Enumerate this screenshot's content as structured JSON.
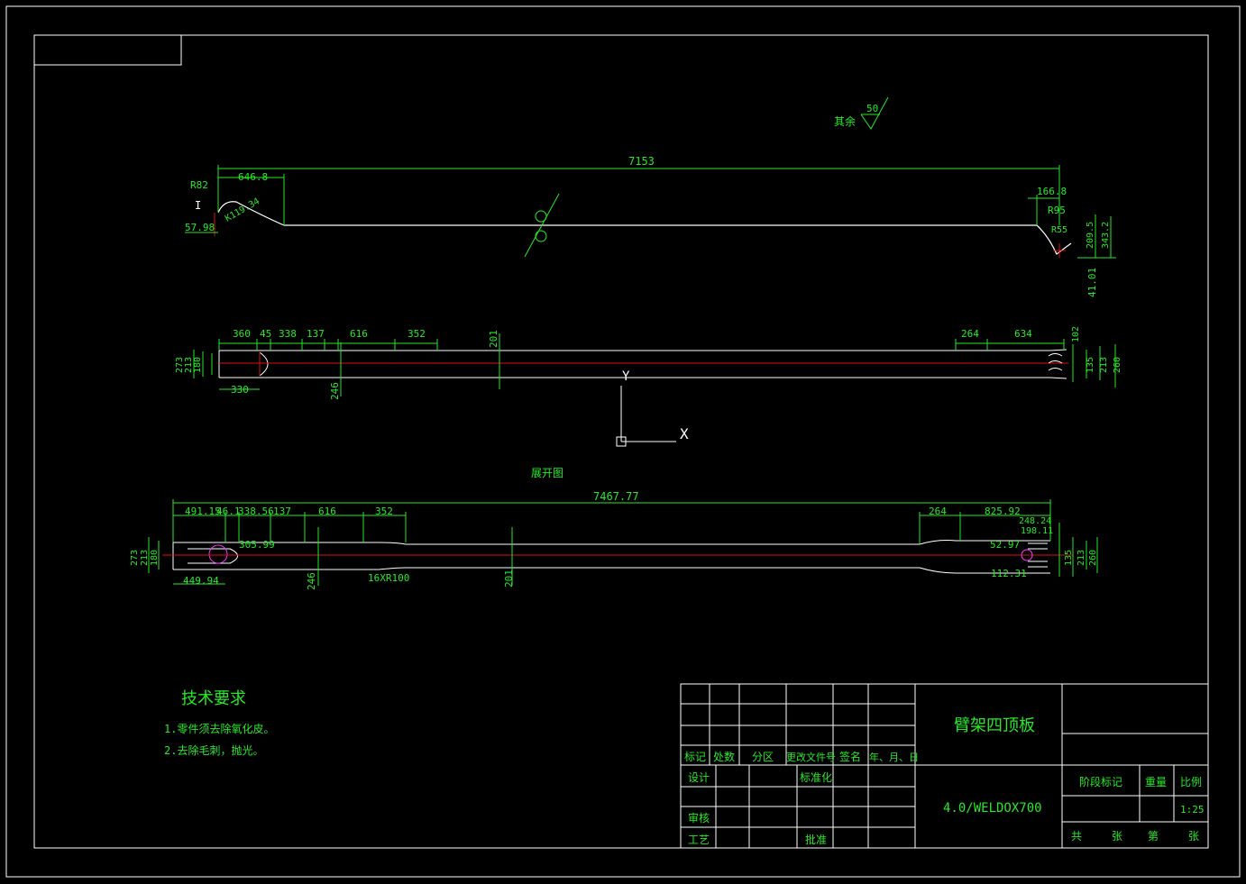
{
  "colors": {
    "background": "#000000",
    "frame": "#ffffff",
    "dimension": "#27e827",
    "centerline": "#d81010",
    "outline": "#ffffff",
    "accent": "#ff33ff"
  },
  "surface_note": {
    "label": "其余",
    "roughness": "50"
  },
  "view1": {
    "overall": "7153",
    "dims": [
      "R82",
      "646.8",
      "K119.34",
      "57.98",
      "166.8",
      "R95",
      "R55",
      "209.5",
      "343.2",
      "41.01"
    ],
    "detail_mark": "I"
  },
  "view2": {
    "top_dims": [
      "360",
      "45",
      "338",
      "137",
      "616",
      "352",
      "201",
      "264",
      "634",
      "102"
    ],
    "left_dims": [
      "273",
      "213",
      "180"
    ],
    "bottom_dims": [
      "330",
      "246"
    ],
    "right_dims": [
      "135",
      "213",
      "260"
    ]
  },
  "axis": {
    "x": "X",
    "y": "Y"
  },
  "view3": {
    "caption": "展开图",
    "overall": "7467.77",
    "top_dims": [
      "491.15",
      "46.1",
      "338.56",
      "137",
      "616",
      "352",
      "264",
      "825.92",
      "248.24",
      "198.11"
    ],
    "left_dims": [
      "273",
      "213",
      "180"
    ],
    "inner_dims": [
      "305.99",
      "449.94",
      "246",
      "16XR100",
      "201",
      "52.97",
      "112.31"
    ],
    "right_dims": [
      "135",
      "213",
      "260"
    ]
  },
  "tech": {
    "title": "技术要求",
    "items": [
      "1.零件须去除氧化皮。",
      "2.去除毛刺，抛光。"
    ]
  },
  "title_block": {
    "part_name": "臂架四顶板",
    "material": "4.0/WELDOX700",
    "headers": [
      "标记",
      "处数",
      "分区",
      "更改文件号",
      "签名",
      "年、月、日"
    ],
    "design": "设计",
    "standardization": "标准化",
    "review": "审核",
    "process": "工艺",
    "approve": "批准",
    "stage_mark": "阶段标记",
    "weight": "重量",
    "scale_label": "比例",
    "scale": "1:25",
    "total": "共",
    "sheets": "张",
    "sheet_no": "第",
    "sheet_no_suffix": "张"
  }
}
